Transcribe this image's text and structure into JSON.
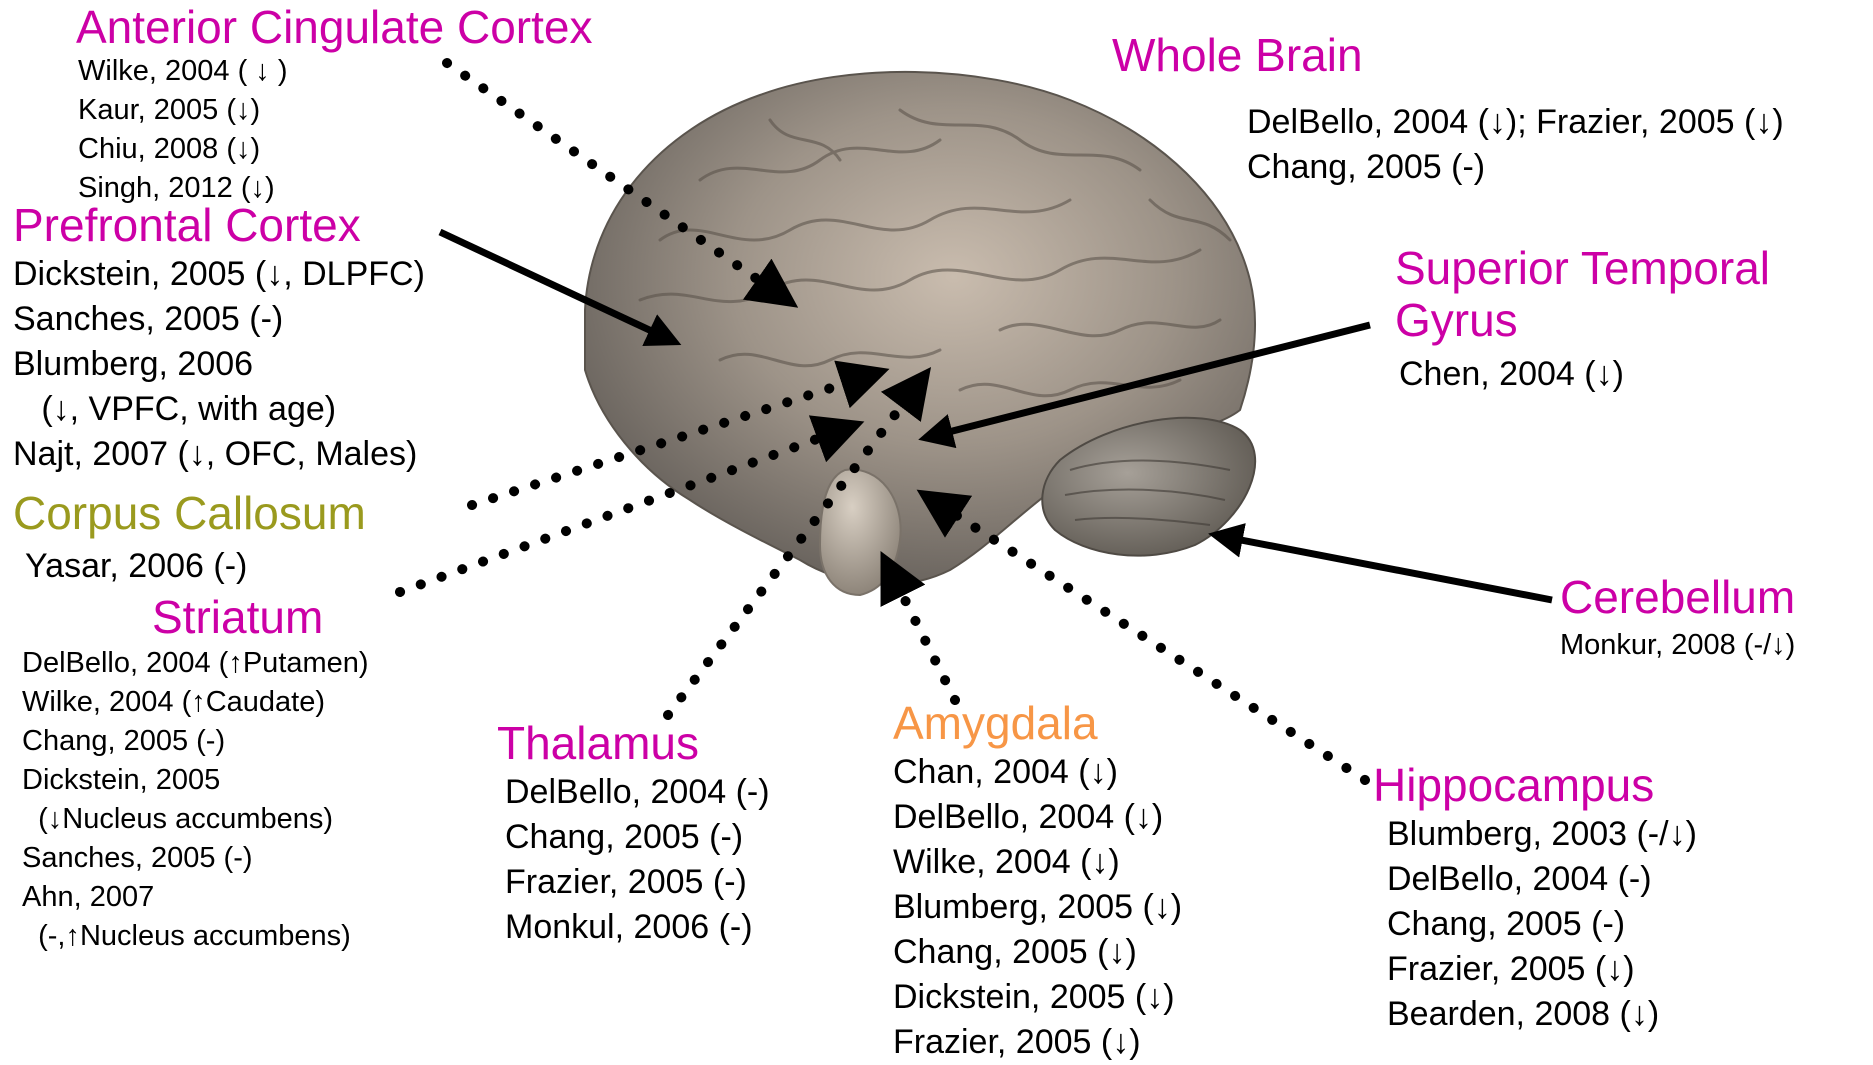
{
  "colors": {
    "magenta": "#cc00a6",
    "olive": "#9a9a1e",
    "orange": "#f79646",
    "arrow": "#000000"
  },
  "regions": {
    "acc": {
      "title": "Anterior Cingulate Cortex",
      "entries": [
        "Wilke, 2004 ( ↓ )",
        "Kaur, 2005 (↓)",
        "Chiu, 2008 (↓)",
        "Singh, 2012 (↓)"
      ]
    },
    "wholebrain": {
      "title": "Whole Brain",
      "entries": [
        "DelBello, 2004 (↓); Frazier, 2005 (↓)",
        "Chang, 2005 (-)"
      ]
    },
    "pfc": {
      "title": "Prefrontal Cortex",
      "entries": [
        "Dickstein, 2005 (↓, DLPFC)",
        "Sanches, 2005 (-)",
        "Blumberg, 2006",
        "   (↓, VPFC, with age)",
        "Najt, 2007 (↓, OFC, Males)"
      ]
    },
    "stg": {
      "title_line1": "Superior Temporal",
      "title_line2": "Gyrus",
      "entries": [
        "Chen, 2004 (↓)"
      ]
    },
    "cc": {
      "title": "Corpus Callosum",
      "entries": [
        "Yasar, 2006 (-)"
      ]
    },
    "striatum": {
      "title": "Striatum",
      "entries": [
        "DelBello, 2004 (↑Putamen)",
        "Wilke, 2004 (↑Caudate)",
        "Chang, 2005 (-)",
        "Dickstein, 2005",
        "  (↓Nucleus accumbens)",
        "Sanches, 2005 (-)",
        "Ahn, 2007",
        "  (-,↑Nucleus accumbens)"
      ]
    },
    "cerebellum": {
      "title": "Cerebellum",
      "entries": [
        "Monkur, 2008 (-/↓)"
      ]
    },
    "thalamus": {
      "title": "Thalamus",
      "entries": [
        "DelBello, 2004 (-)",
        "Chang, 2005 (-)",
        "Frazier, 2005 (-)",
        "Monkul, 2006 (-)"
      ]
    },
    "amygdala": {
      "title": "Amygdala",
      "entries": [
        "Chan, 2004 (↓)",
        "DelBello, 2004 (↓)",
        "Wilke, 2004 (↓)",
        "Blumberg, 2005 (↓)",
        "Chang, 2005 (↓)",
        "Dickstein, 2005 (↓)",
        "Frazier, 2005 (↓)"
      ]
    },
    "hippocampus": {
      "title": "Hippocampus",
      "entries": [
        "Blumberg, 2003 (-/↓)",
        "DelBello, 2004 (-)",
        "Chang, 2005 (-)",
        "Frazier, 2005 (↓)",
        "Bearden, 2008 (↓)"
      ]
    }
  },
  "arrows": [
    {
      "id": "arrow-acc",
      "style": "dotted",
      "region": "acc"
    },
    {
      "id": "arrow-pfc",
      "style": "solid",
      "region": "pfc"
    },
    {
      "id": "arrow-stg",
      "style": "solid",
      "region": "stg"
    },
    {
      "id": "arrow-cc",
      "style": "dotted",
      "region": "cc"
    },
    {
      "id": "arrow-striatum",
      "style": "dotted",
      "region": "striatum"
    },
    {
      "id": "arrow-cerebellum",
      "style": "solid",
      "region": "cerebellum"
    },
    {
      "id": "arrow-thalamus",
      "style": "dotted",
      "region": "thalamus"
    },
    {
      "id": "arrow-amygdala",
      "style": "dotted",
      "region": "amygdala"
    },
    {
      "id": "arrow-hippocampus",
      "style": "dotted",
      "region": "hippocampus"
    }
  ]
}
